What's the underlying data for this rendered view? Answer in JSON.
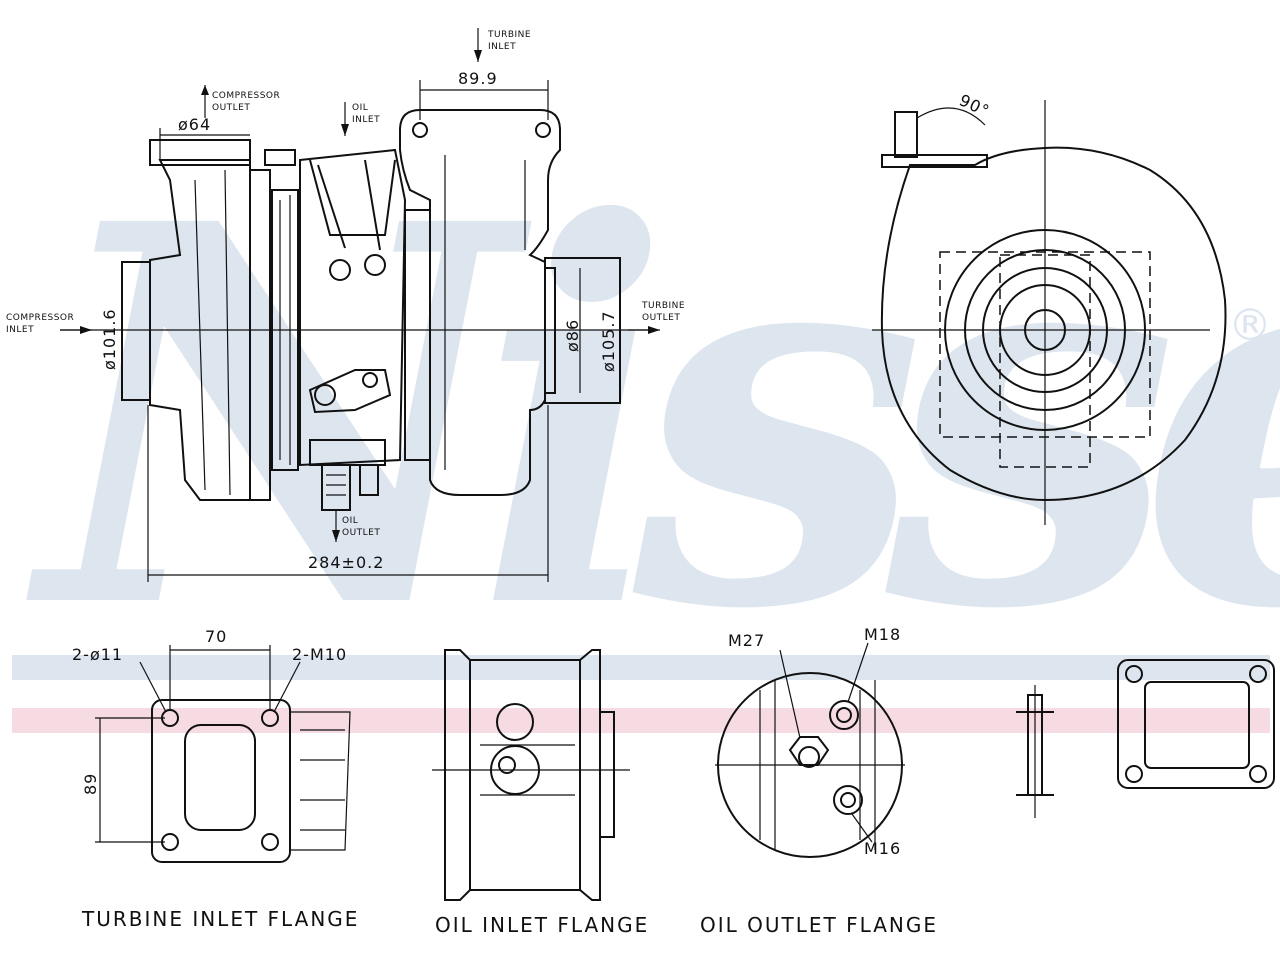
{
  "brand": {
    "watermark": "Nissens",
    "registered_mark": "®",
    "stripe_blue": "#dde5ef",
    "stripe_red": "#f6dbe2"
  },
  "side_view": {
    "dim_compressor_outlet": "ø64",
    "dim_turbine_inlet_top": "89.9",
    "dim_compressor_inlet": "ø101.6",
    "dim_turbine_outlet_inner": "ø86",
    "dim_turbine_outlet_outer": "ø105.7",
    "dim_overall_length": "284±0.2",
    "label_turbine_inlet": [
      "TURBINE",
      "INLET"
    ],
    "label_compressor_outlet": [
      "COMPRESSOR",
      "OUTLET"
    ],
    "label_oil_inlet": [
      "OIL",
      "INLET"
    ],
    "label_compressor_inlet": [
      "COMPRESSOR",
      "INLET"
    ],
    "label_turbine_outlet": [
      "TURBINE",
      "OUTLET"
    ],
    "label_oil_outlet": [
      "OIL",
      "OUTLET"
    ]
  },
  "end_view": {
    "angle": "90°"
  },
  "turbine_inlet_flange": {
    "caption": "TURBINE INLET FLANGE",
    "holes": "2-ø11",
    "threads": "2-M10",
    "width": "70",
    "height": "89"
  },
  "oil_inlet_flange": {
    "caption": "OIL INLET FLANGE"
  },
  "oil_outlet_flange": {
    "caption": "OIL OUTLET FLANGE",
    "thread_center": "M27",
    "thread_top": "M18",
    "thread_bottom": "M16"
  }
}
